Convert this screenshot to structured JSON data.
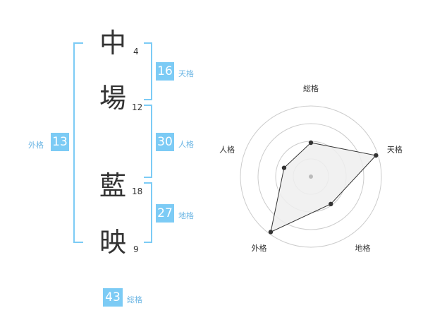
{
  "name": {
    "kanji": [
      {
        "char": "中",
        "strokes": "4"
      },
      {
        "char": "場",
        "strokes": "12"
      },
      {
        "char": "藍",
        "strokes": "18"
      },
      {
        "char": "映",
        "strokes": "9"
      }
    ]
  },
  "fortune": {
    "tenkaku": {
      "value": "16",
      "label": "天格"
    },
    "jinkaku": {
      "value": "30",
      "label": "人格"
    },
    "chikaku": {
      "value": "27",
      "label": "地格"
    },
    "gaikaku": {
      "value": "13",
      "label": "外格"
    },
    "soukaku": {
      "value": "43",
      "label": "総格"
    }
  },
  "chart_data": {
    "type": "radar",
    "axes": [
      "総格",
      "天格",
      "地格",
      "外格",
      "人格"
    ],
    "values": [
      0.48,
      0.97,
      0.48,
      0.97,
      0.4
    ],
    "range": [
      0,
      1
    ],
    "rings": 4,
    "colors": {
      "fill": "#efefef",
      "line": "#333333",
      "grid": "#cccccc",
      "center": "#bbbbbb"
    }
  }
}
